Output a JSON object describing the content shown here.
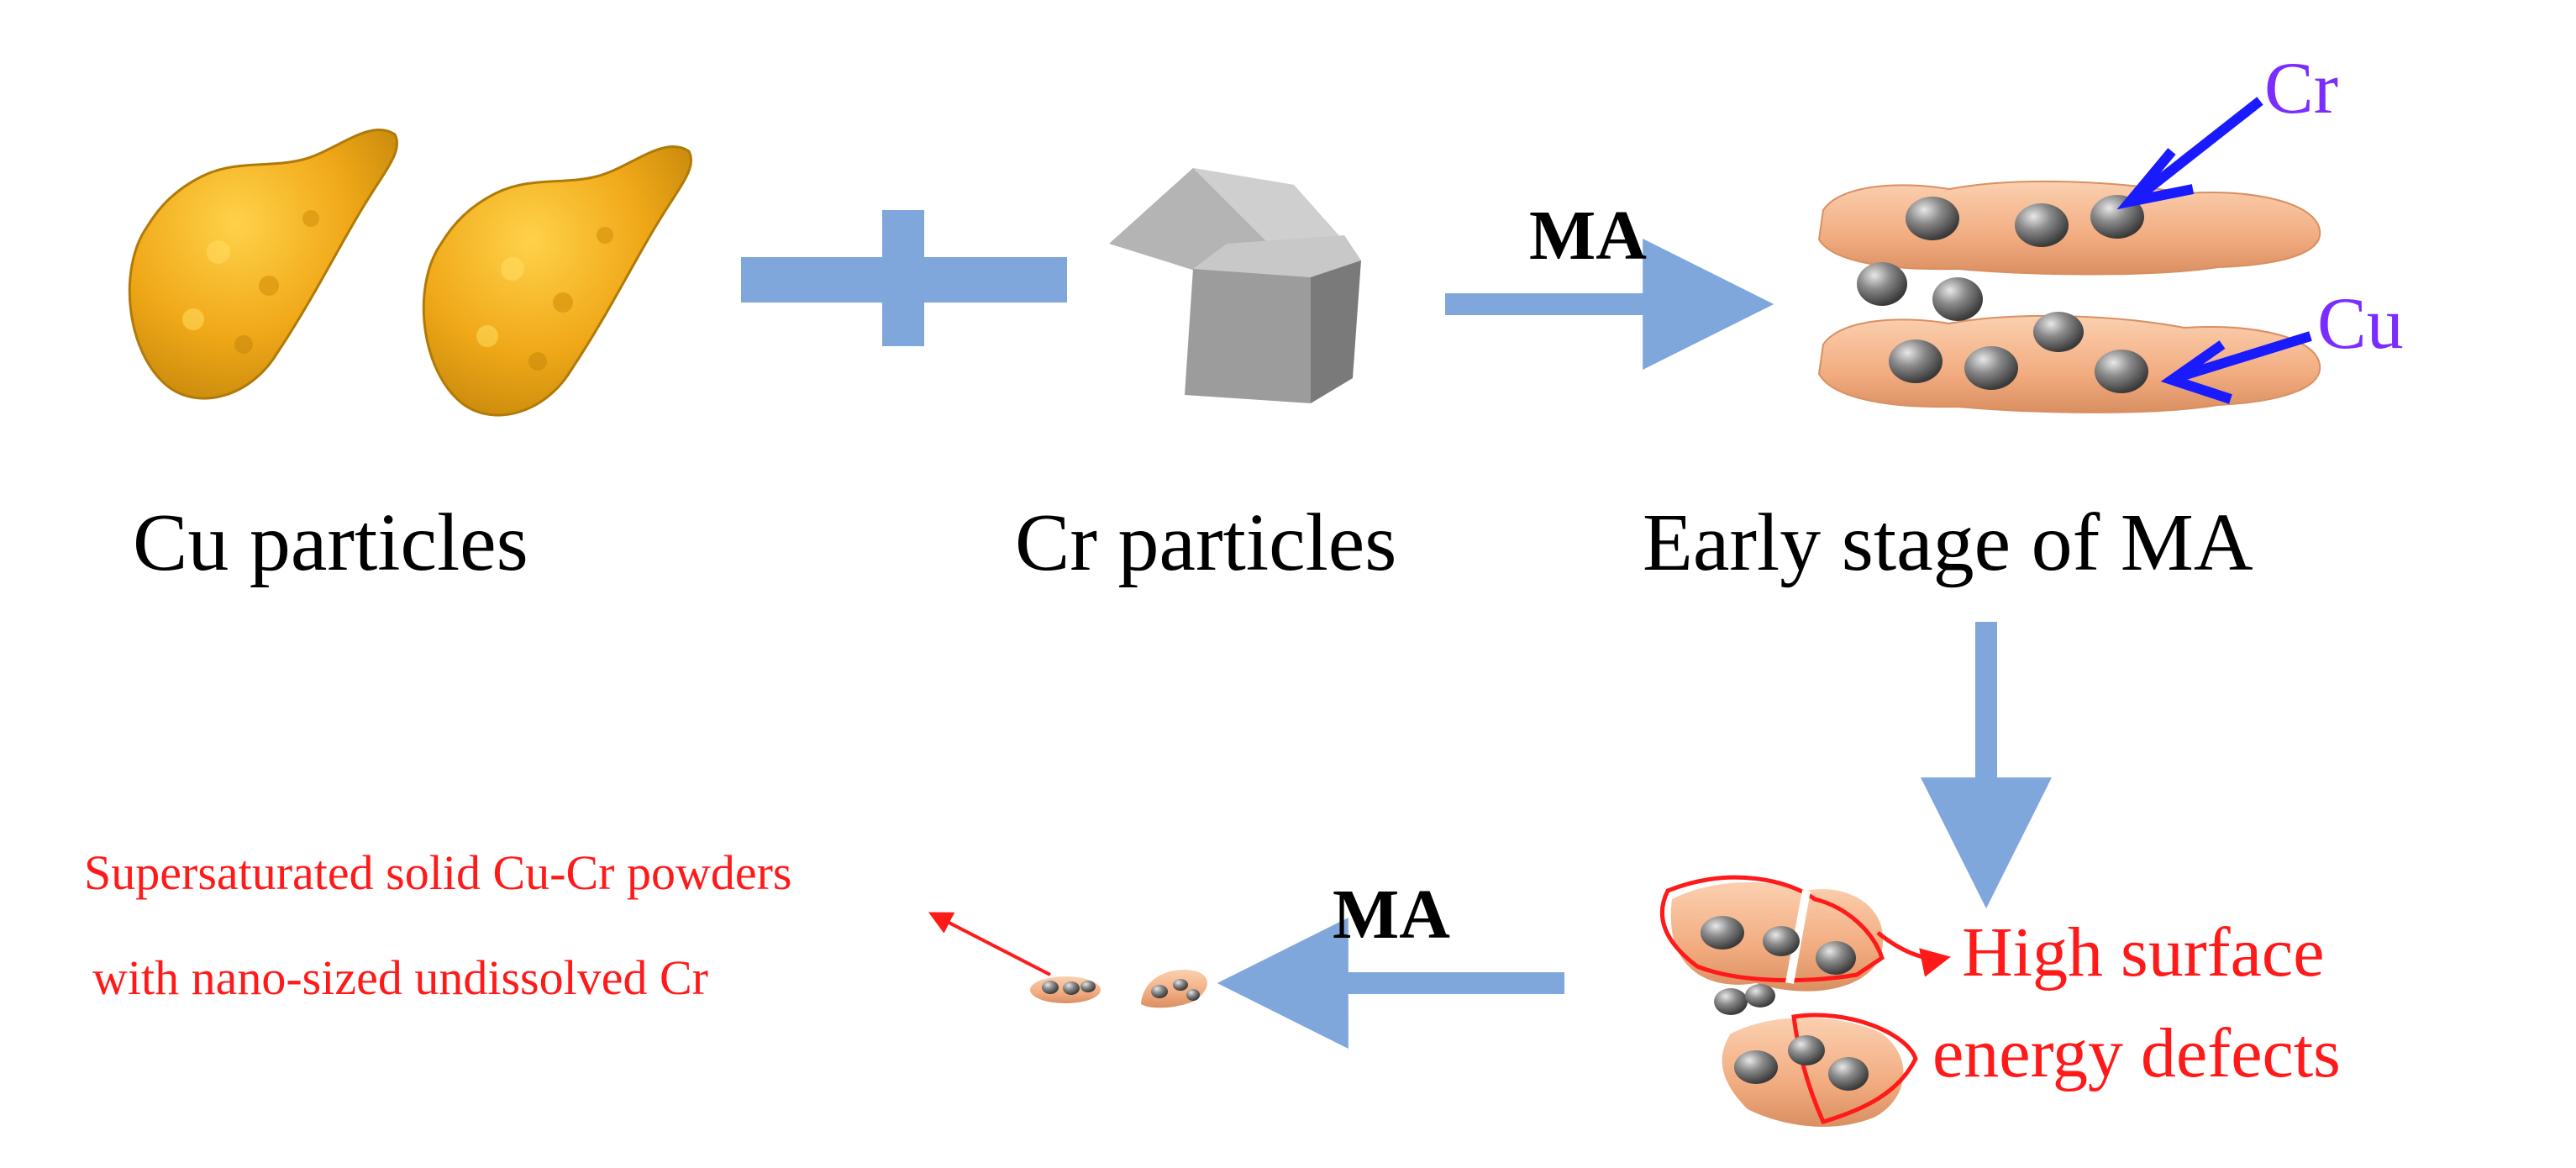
{
  "labels": {
    "cu_particles": "Cu particles",
    "cr_particles": "Cr particles",
    "early_stage": "Early stage of MA",
    "ma_top": "MA",
    "ma_bottom": "MA",
    "cr_pointer": "Cr",
    "cu_pointer": "Cu",
    "defects_line1": "High surface",
    "defects_line2": "energy defects",
    "product_line1": "Supersaturated solid Cu-Cr powders",
    "product_line2": "with nano-sized undissolved Cr"
  },
  "colors": {
    "cu_particle": "#f2b01e",
    "cu_particle_dark": "#c88a0c",
    "cr_cube": "#a8a8a8",
    "flake": "#f5b48c",
    "flake_dark": "#d98f62",
    "arrow": "#7fa7dc",
    "pointer_arrow": "#1a1aff",
    "element_label": "#7b2cff",
    "annotation": "#ff1a1a"
  }
}
